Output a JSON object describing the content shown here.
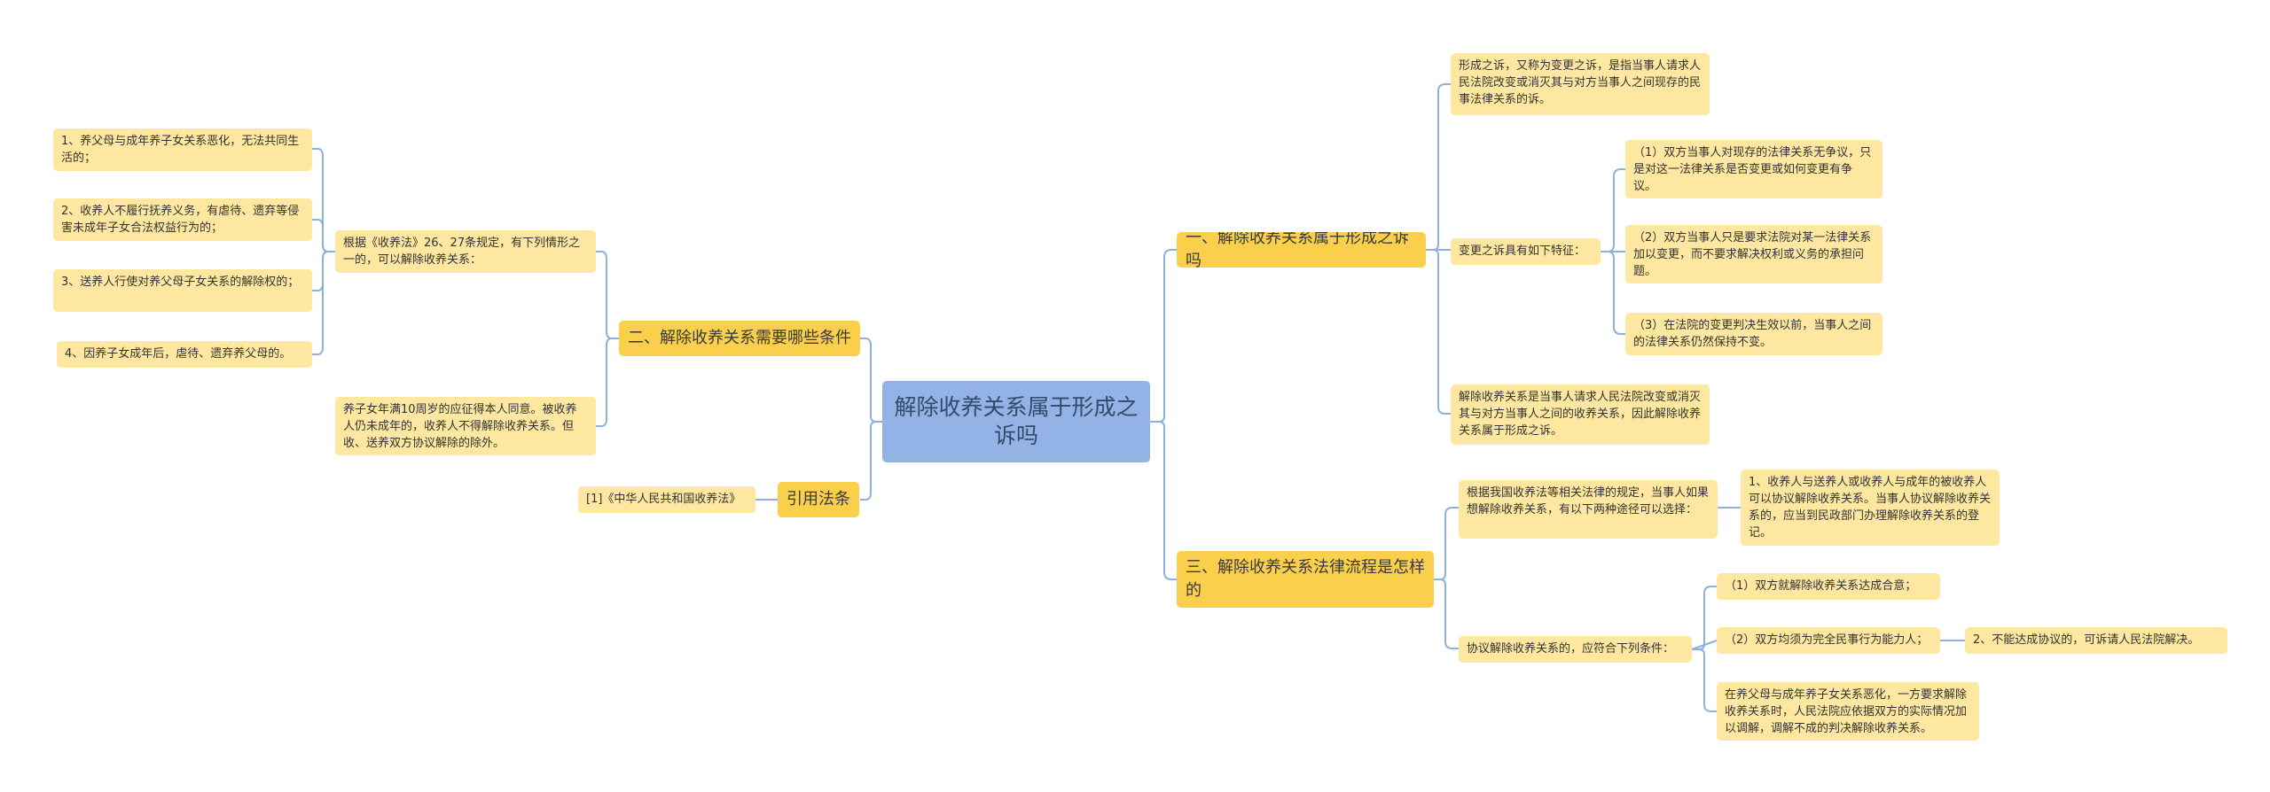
{
  "root": {
    "title": "解除收养关系属于形成之诉吗"
  },
  "branches": {
    "b1": {
      "title": "一、解除收养关系属于形成之诉吗",
      "def": "形成之诉，又称为变更之诉，是指当事人请求人民法院改变或消灭其与对方当事人之间现存的民事法律关系的诉。",
      "features_label": "变更之诉具有如下特征：",
      "features": [
        "（1）双方当事人对现存的法律关系无争议，只是对这一法律关系是否变更或如何变更有争议。",
        "（2）双方当事人只是要求法院对某一法律关系加以变更，而不要求解决权利或义务的承担问题。",
        "（3）在法院的变更判决生效以前，当事人之间的法律关系仍然保持不变。"
      ],
      "conclusion": "解除收养关系是当事人请求人民法院改变或消灭其与对方当事人之间的收养关系，因此解除收养关系属于形成之诉。"
    },
    "b2": {
      "title": "二、解除收养关系需要哪些条件",
      "law": "根据《收养法》26、27条规定，有下列情形之一的，可以解除收养关系：",
      "items": [
        "1、养父母与成年养子女关系恶化，无法共同生活的；",
        "2、收养人不履行抚养义务，有虐待、遗弃等侵害未成年子女合法权益行为的；",
        "3、送养人行使对养父母子女关系的解除权的；",
        "4、因养子女成年后，虐待、遗弃养父母的。"
      ],
      "note": "养子女年满10周岁的应征得本人同意。被收养人仍未成年的，收养人不得解除收养关系。但收、送养双方协议解除的除外。"
    },
    "b3": {
      "title": "三、解除收养关系法律流程是怎样的",
      "intro": "根据我国收养法等相关法律的规定，当事人如果想解除收养关系，有以下两种途径可以选择：",
      "path1": "1、收养人与送养人或收养人与成年的被收养人可以协议解除收养关系。当事人协议解除收养关系的，应当到民政部门办理解除收养关系的登记。",
      "agree_label": "协议解除收养关系的，应符合下列条件：",
      "cond1": "（1）双方就解除收养关系达成合意；",
      "cond2": "（2）双方均须为完全民事行为能力人；",
      "path2": "2、不能达成协议的，可诉请人民法院解决。",
      "court": "在养父母与成年养子女关系恶化，一方要求解除收养关系时，人民法院应依据双方的实际情况加以调解，调解不成的判决解除收养关系。"
    },
    "b4": {
      "title": "引用法条",
      "ref": "[1]《中华人民共和国收养法》"
    }
  },
  "colors": {
    "root": "#93b2e6",
    "main_branch": "#f9cf4b",
    "leaf": "#fde7a1",
    "connector": "#8fb0dd"
  }
}
